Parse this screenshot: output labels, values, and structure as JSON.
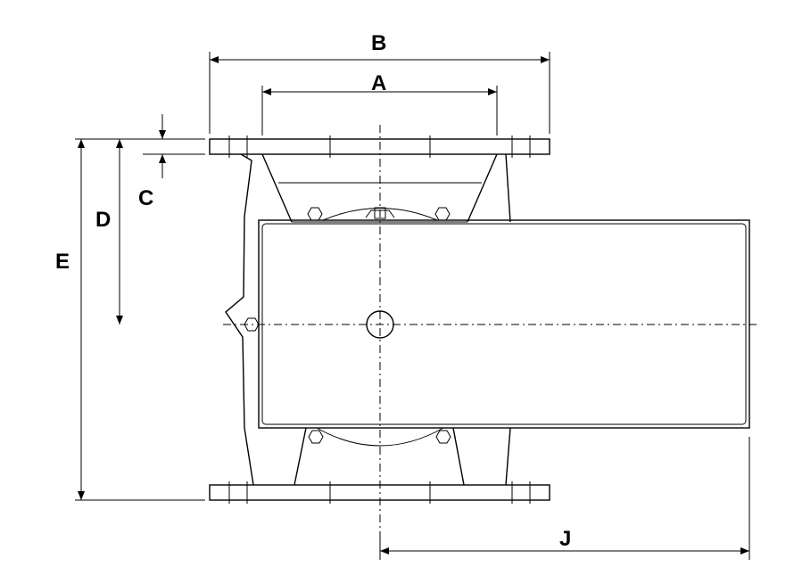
{
  "dimension_labels": {
    "A": "A",
    "B": "B",
    "C": "C",
    "D": "D",
    "E": "E",
    "J": "J"
  },
  "colors": {
    "line": "#000000",
    "background": "#ffffff"
  }
}
